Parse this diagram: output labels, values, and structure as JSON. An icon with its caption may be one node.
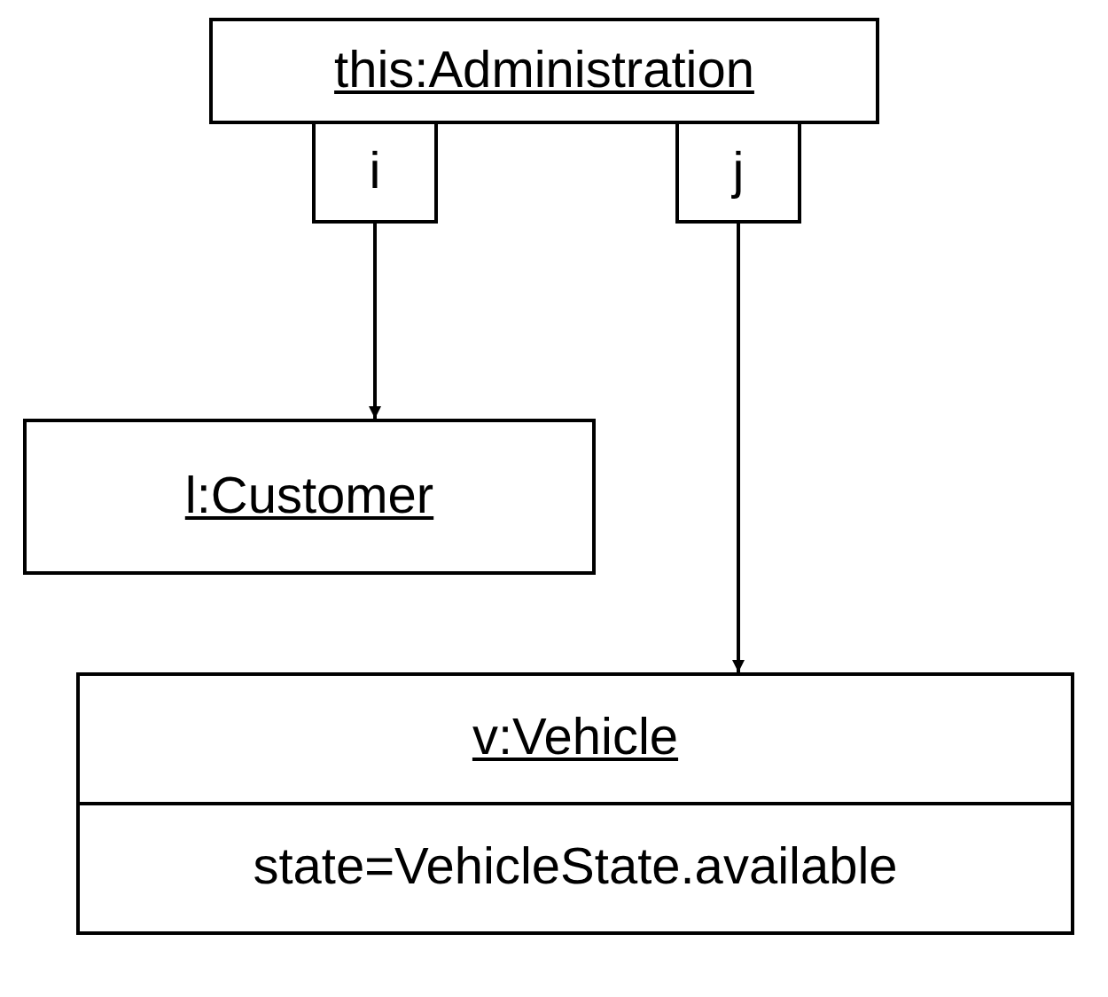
{
  "diagram": {
    "nodes": [
      {
        "text": [
          "this:Administration"
        ]
      },
      {
        "text": [
          "i"
        ]
      },
      {
        "text": [
          "j"
        ]
      },
      {
        "text": [
          "l:Customer"
        ]
      },
      {
        "text": [
          "v:Vehicle",
          "state=VehicleState.available"
        ]
      }
    ],
    "edges": [
      {
        "from": 1,
        "to": 3,
        "arrow": "to"
      },
      {
        "from": 2,
        "to": 4,
        "arrow": "to"
      }
    ]
  }
}
